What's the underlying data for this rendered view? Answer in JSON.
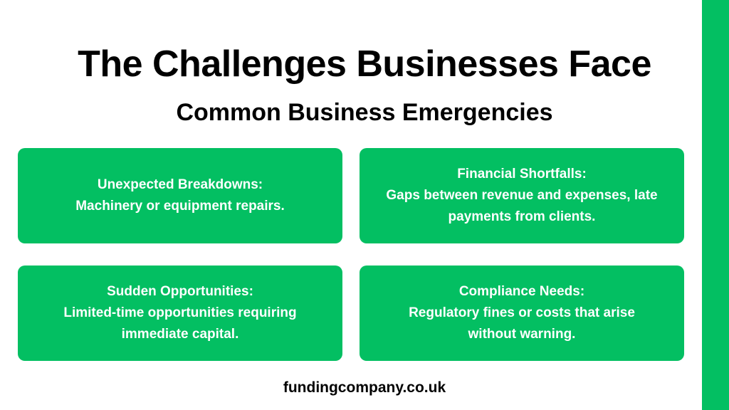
{
  "title": "The Challenges Businesses Face",
  "subtitle": "Common Business Emergencies",
  "cards": [
    {
      "heading": "Unexpected Breakdowns:",
      "lines": [
        "Machinery or equipment repairs."
      ]
    },
    {
      "heading": "Financial Shortfalls:",
      "lines": [
        "Gaps between revenue and expenses, late",
        "payments from clients."
      ]
    },
    {
      "heading": "Sudden Opportunities:",
      "lines": [
        "Limited-time opportunities requiring",
        "immediate capital."
      ]
    },
    {
      "heading": "Compliance Needs:",
      "lines": [
        "Regulatory fines or costs that arise",
        "without warning."
      ]
    }
  ],
  "footer": "fundingcompany.co.uk",
  "colors": {
    "accent": "#03bf62",
    "text": "#000000",
    "card_text": "#ffffff",
    "background": "#ffffff"
  }
}
